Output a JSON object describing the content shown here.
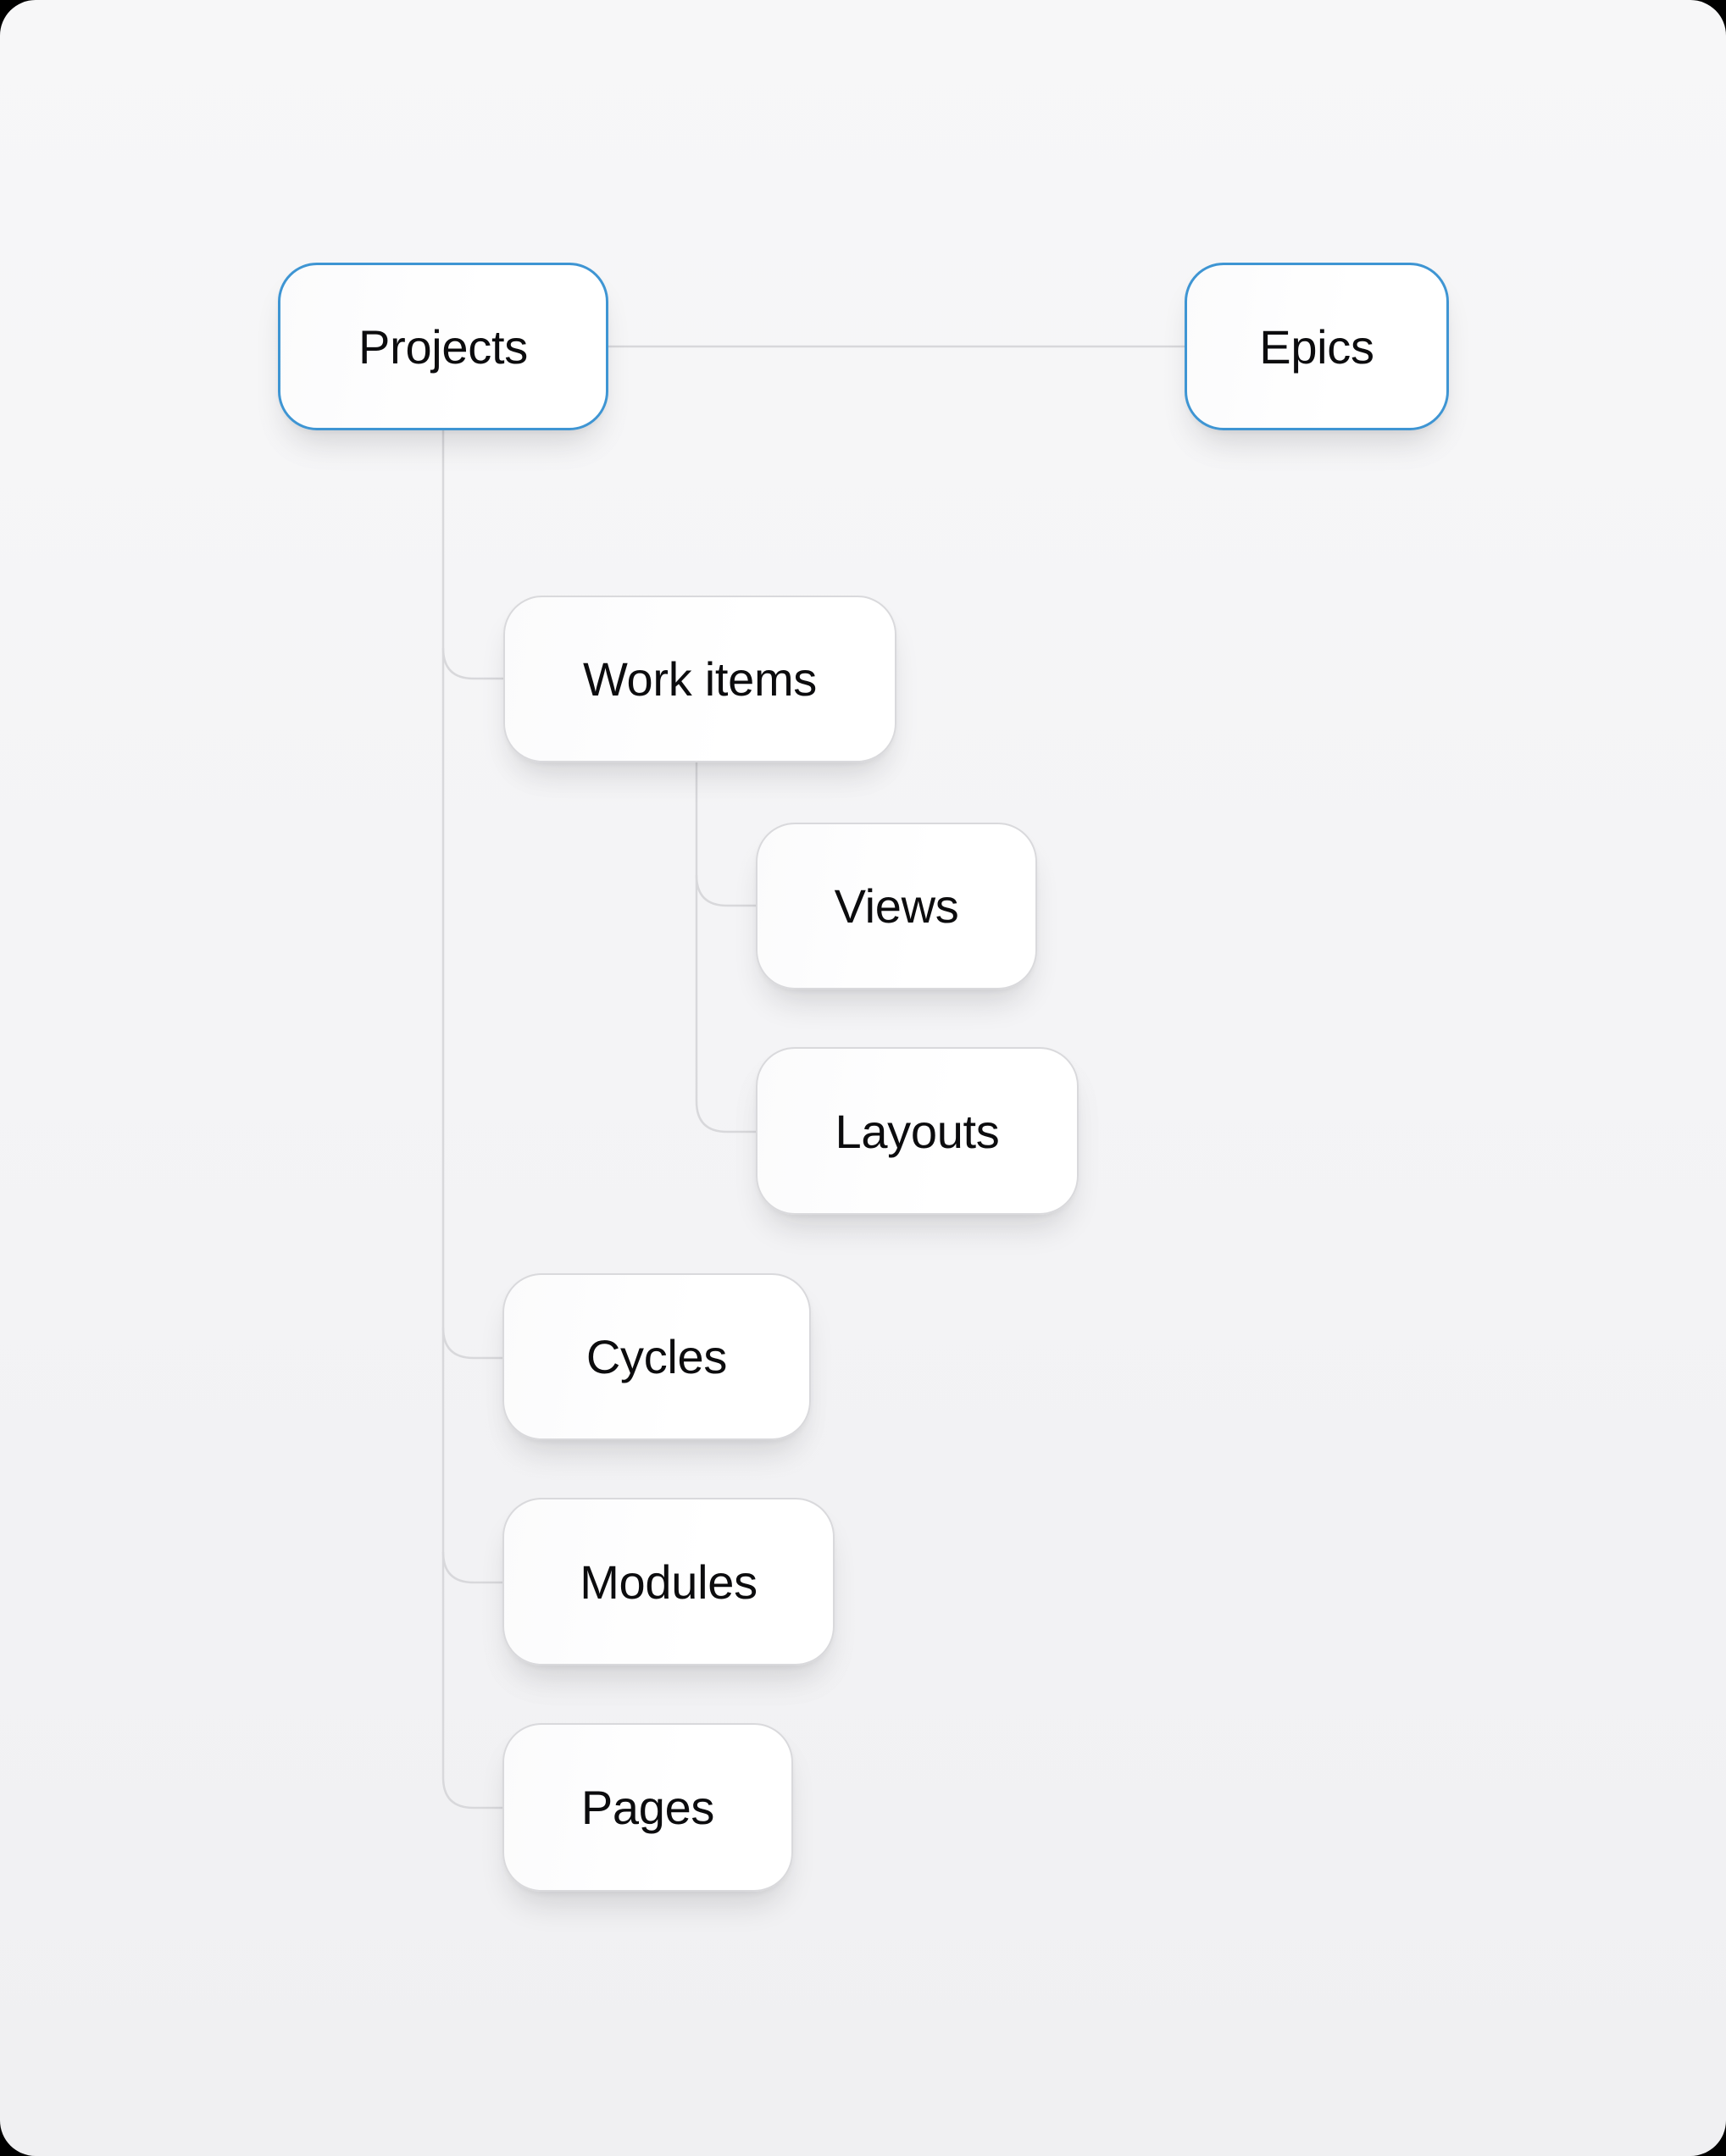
{
  "diagram": {
    "colors": {
      "background": "#f5f5f6",
      "node_fill": "#ffffff",
      "node_border": "#d9d9dc",
      "accent_border": "#3e95d3",
      "connector": "#d8d8db",
      "text": "#0c0c0e"
    },
    "nodes": [
      {
        "id": "projects",
        "label": "Projects",
        "accent": true
      },
      {
        "id": "epics",
        "label": "Epics",
        "accent": true
      },
      {
        "id": "work-items",
        "label": "Work items",
        "accent": false
      },
      {
        "id": "views",
        "label": "Views",
        "accent": false
      },
      {
        "id": "layouts",
        "label": "Layouts",
        "accent": false
      },
      {
        "id": "cycles",
        "label": "Cycles",
        "accent": false
      },
      {
        "id": "modules",
        "label": "Modules",
        "accent": false
      },
      {
        "id": "pages",
        "label": "Pages",
        "accent": false
      }
    ],
    "edges": [
      {
        "from": "projects",
        "to": "epics",
        "type": "sibling-link"
      },
      {
        "from": "projects",
        "to": "work-items",
        "type": "child"
      },
      {
        "from": "work-items",
        "to": "views",
        "type": "child"
      },
      {
        "from": "work-items",
        "to": "layouts",
        "type": "child"
      },
      {
        "from": "projects",
        "to": "cycles",
        "type": "child"
      },
      {
        "from": "projects",
        "to": "modules",
        "type": "child"
      },
      {
        "from": "projects",
        "to": "pages",
        "type": "child"
      }
    ]
  }
}
